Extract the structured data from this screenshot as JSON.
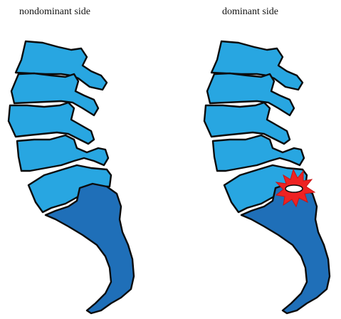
{
  "panels": [
    {
      "id": "left",
      "label": "nondominant side"
    },
    {
      "id": "right",
      "label": "dominant side"
    }
  ],
  "colors": {
    "vertebra_fill": "#28a6e1",
    "sacrum_fill": "#1f6fb8",
    "outline": "#0b0b0b",
    "stress_burst": "#ee2222"
  },
  "icons": {
    "stress_marker": "red-starburst-icon"
  }
}
